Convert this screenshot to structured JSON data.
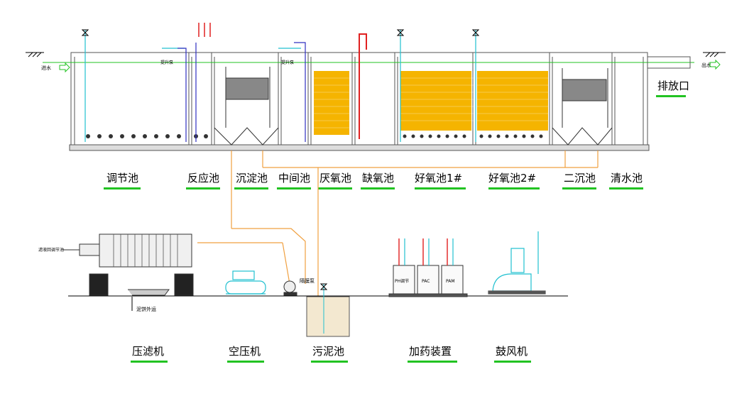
{
  "tank_labels": {
    "regulating": "调节池",
    "reaction": "反应池",
    "settling": "沉淀池",
    "intermediate": "中间池",
    "anaerobic": "厌氧池",
    "anoxic": "缺氧池",
    "aerobic1": "好氧池1#",
    "aerobic2": "好氧池2#",
    "secondary_settling": "二沉池",
    "clear_water": "清水池"
  },
  "outlet_label": "排放口",
  "inlet_label": "进水",
  "outflow_label": "出水",
  "pump_label_1": "提升泵",
  "pump_label_2": "提升泵",
  "equipment_labels": {
    "filter_press": "压滤机",
    "air_compressor": "空压机",
    "sludge_tank": "污泥池",
    "dosing_device": "加药装置",
    "blower": "鼓风机"
  },
  "filtrate_return_label": "滤液回调节池",
  "sludge_cake_label": "泥饼外运",
  "diaphragm_pump_label": "隔膜泵",
  "dosing_tanks": [
    "PH调节",
    "PAC",
    "PAM"
  ],
  "colors": {
    "water_line": "#22c322",
    "sludge_line": "#f0a040",
    "media": "#f5b400",
    "riser": "#e02020",
    "blue_pipe": "#3030c0",
    "cyan_pipe": "#20c0d0",
    "label_underline": "#22c322"
  }
}
